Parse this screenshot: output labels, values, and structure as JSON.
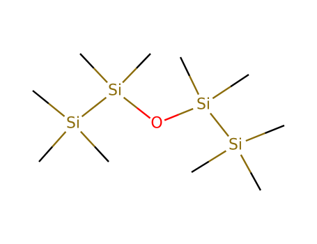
{
  "molecule": {
    "colors": {
      "silicon": "#8c6d0c",
      "oxygen": "#ff0000",
      "carbon_bond": "#000000",
      "background": "#ffffff"
    },
    "atoms": [
      {
        "id": "si1",
        "label": "Si",
        "element": "silicon"
      },
      {
        "id": "si2",
        "label": "Si",
        "element": "silicon"
      },
      {
        "id": "o",
        "label": "O",
        "element": "oxygen"
      },
      {
        "id": "si3",
        "label": "Si",
        "element": "silicon"
      },
      {
        "id": "si4",
        "label": "Si",
        "element": "silicon"
      }
    ],
    "bonds": [
      {
        "from": "si1",
        "to": "si2"
      },
      {
        "from": "si2",
        "to": "o"
      },
      {
        "from": "o",
        "to": "si3"
      },
      {
        "from": "si3",
        "to": "si4"
      },
      {
        "from": "si1",
        "to": "methyl-1a"
      },
      {
        "from": "si1",
        "to": "methyl-1b"
      },
      {
        "from": "si1",
        "to": "methyl-1c"
      },
      {
        "from": "si2",
        "to": "methyl-2a"
      },
      {
        "from": "si2",
        "to": "methyl-2b"
      },
      {
        "from": "si3",
        "to": "methyl-3a"
      },
      {
        "from": "si3",
        "to": "methyl-3b"
      },
      {
        "from": "si4",
        "to": "methyl-4a"
      },
      {
        "from": "si4",
        "to": "methyl-4b"
      },
      {
        "from": "si4",
        "to": "methyl-4c"
      }
    ]
  }
}
